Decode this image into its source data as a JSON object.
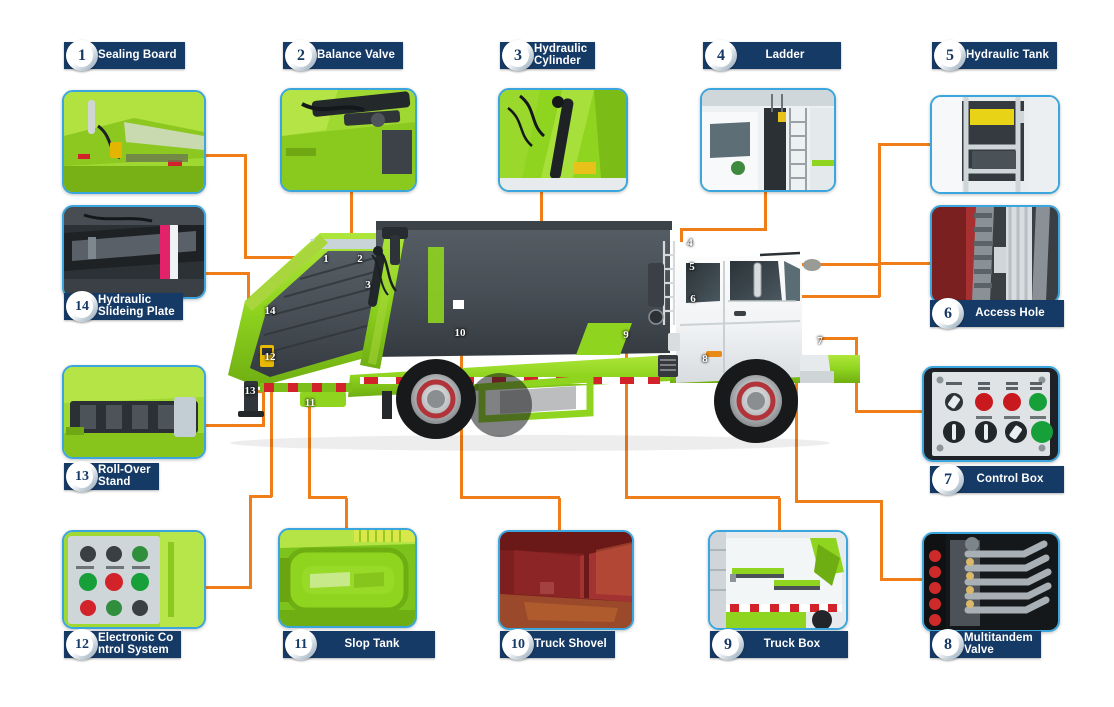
{
  "diagram": {
    "title": "Garbage Compactor Truck Component Callout Diagram",
    "accent_line_color": "#ef7d18",
    "plate_color": "#163a66",
    "thumb_border_color": "#3ba6dd",
    "truck_green": "#8fd41f",
    "truck_body_grey": "#4a5157",
    "cab_white": "#f4f6f7"
  },
  "callouts": [
    {
      "id": "1",
      "label": "Sealing Board",
      "marker": "1"
    },
    {
      "id": "2",
      "label": "Balance Valve",
      "marker": "2"
    },
    {
      "id": "3",
      "label": "Hydraulic\nCylinder",
      "marker": "3"
    },
    {
      "id": "4",
      "label": "Ladder",
      "marker": "4"
    },
    {
      "id": "5",
      "label": "Hydraulic Tank",
      "marker": "5"
    },
    {
      "id": "6",
      "label": "Access Hole",
      "marker": "6"
    },
    {
      "id": "7",
      "label": "Control Box",
      "marker": "7"
    },
    {
      "id": "8",
      "label": "Multitandem\nValve",
      "marker": "8"
    },
    {
      "id": "9",
      "label": "Truck Box",
      "marker": "9"
    },
    {
      "id": "10",
      "label": "Truck Shovel",
      "marker": "10"
    },
    {
      "id": "11",
      "label": "Slop Tank",
      "marker": "11"
    },
    {
      "id": "12",
      "label": "Electronic Co\nntrol System",
      "marker": "12"
    },
    {
      "id": "13",
      "label": "Roll-Over\nStand",
      "marker": "13"
    },
    {
      "id": "14",
      "label": "Hydraulic\nSlideing Plate",
      "marker": "14"
    }
  ]
}
